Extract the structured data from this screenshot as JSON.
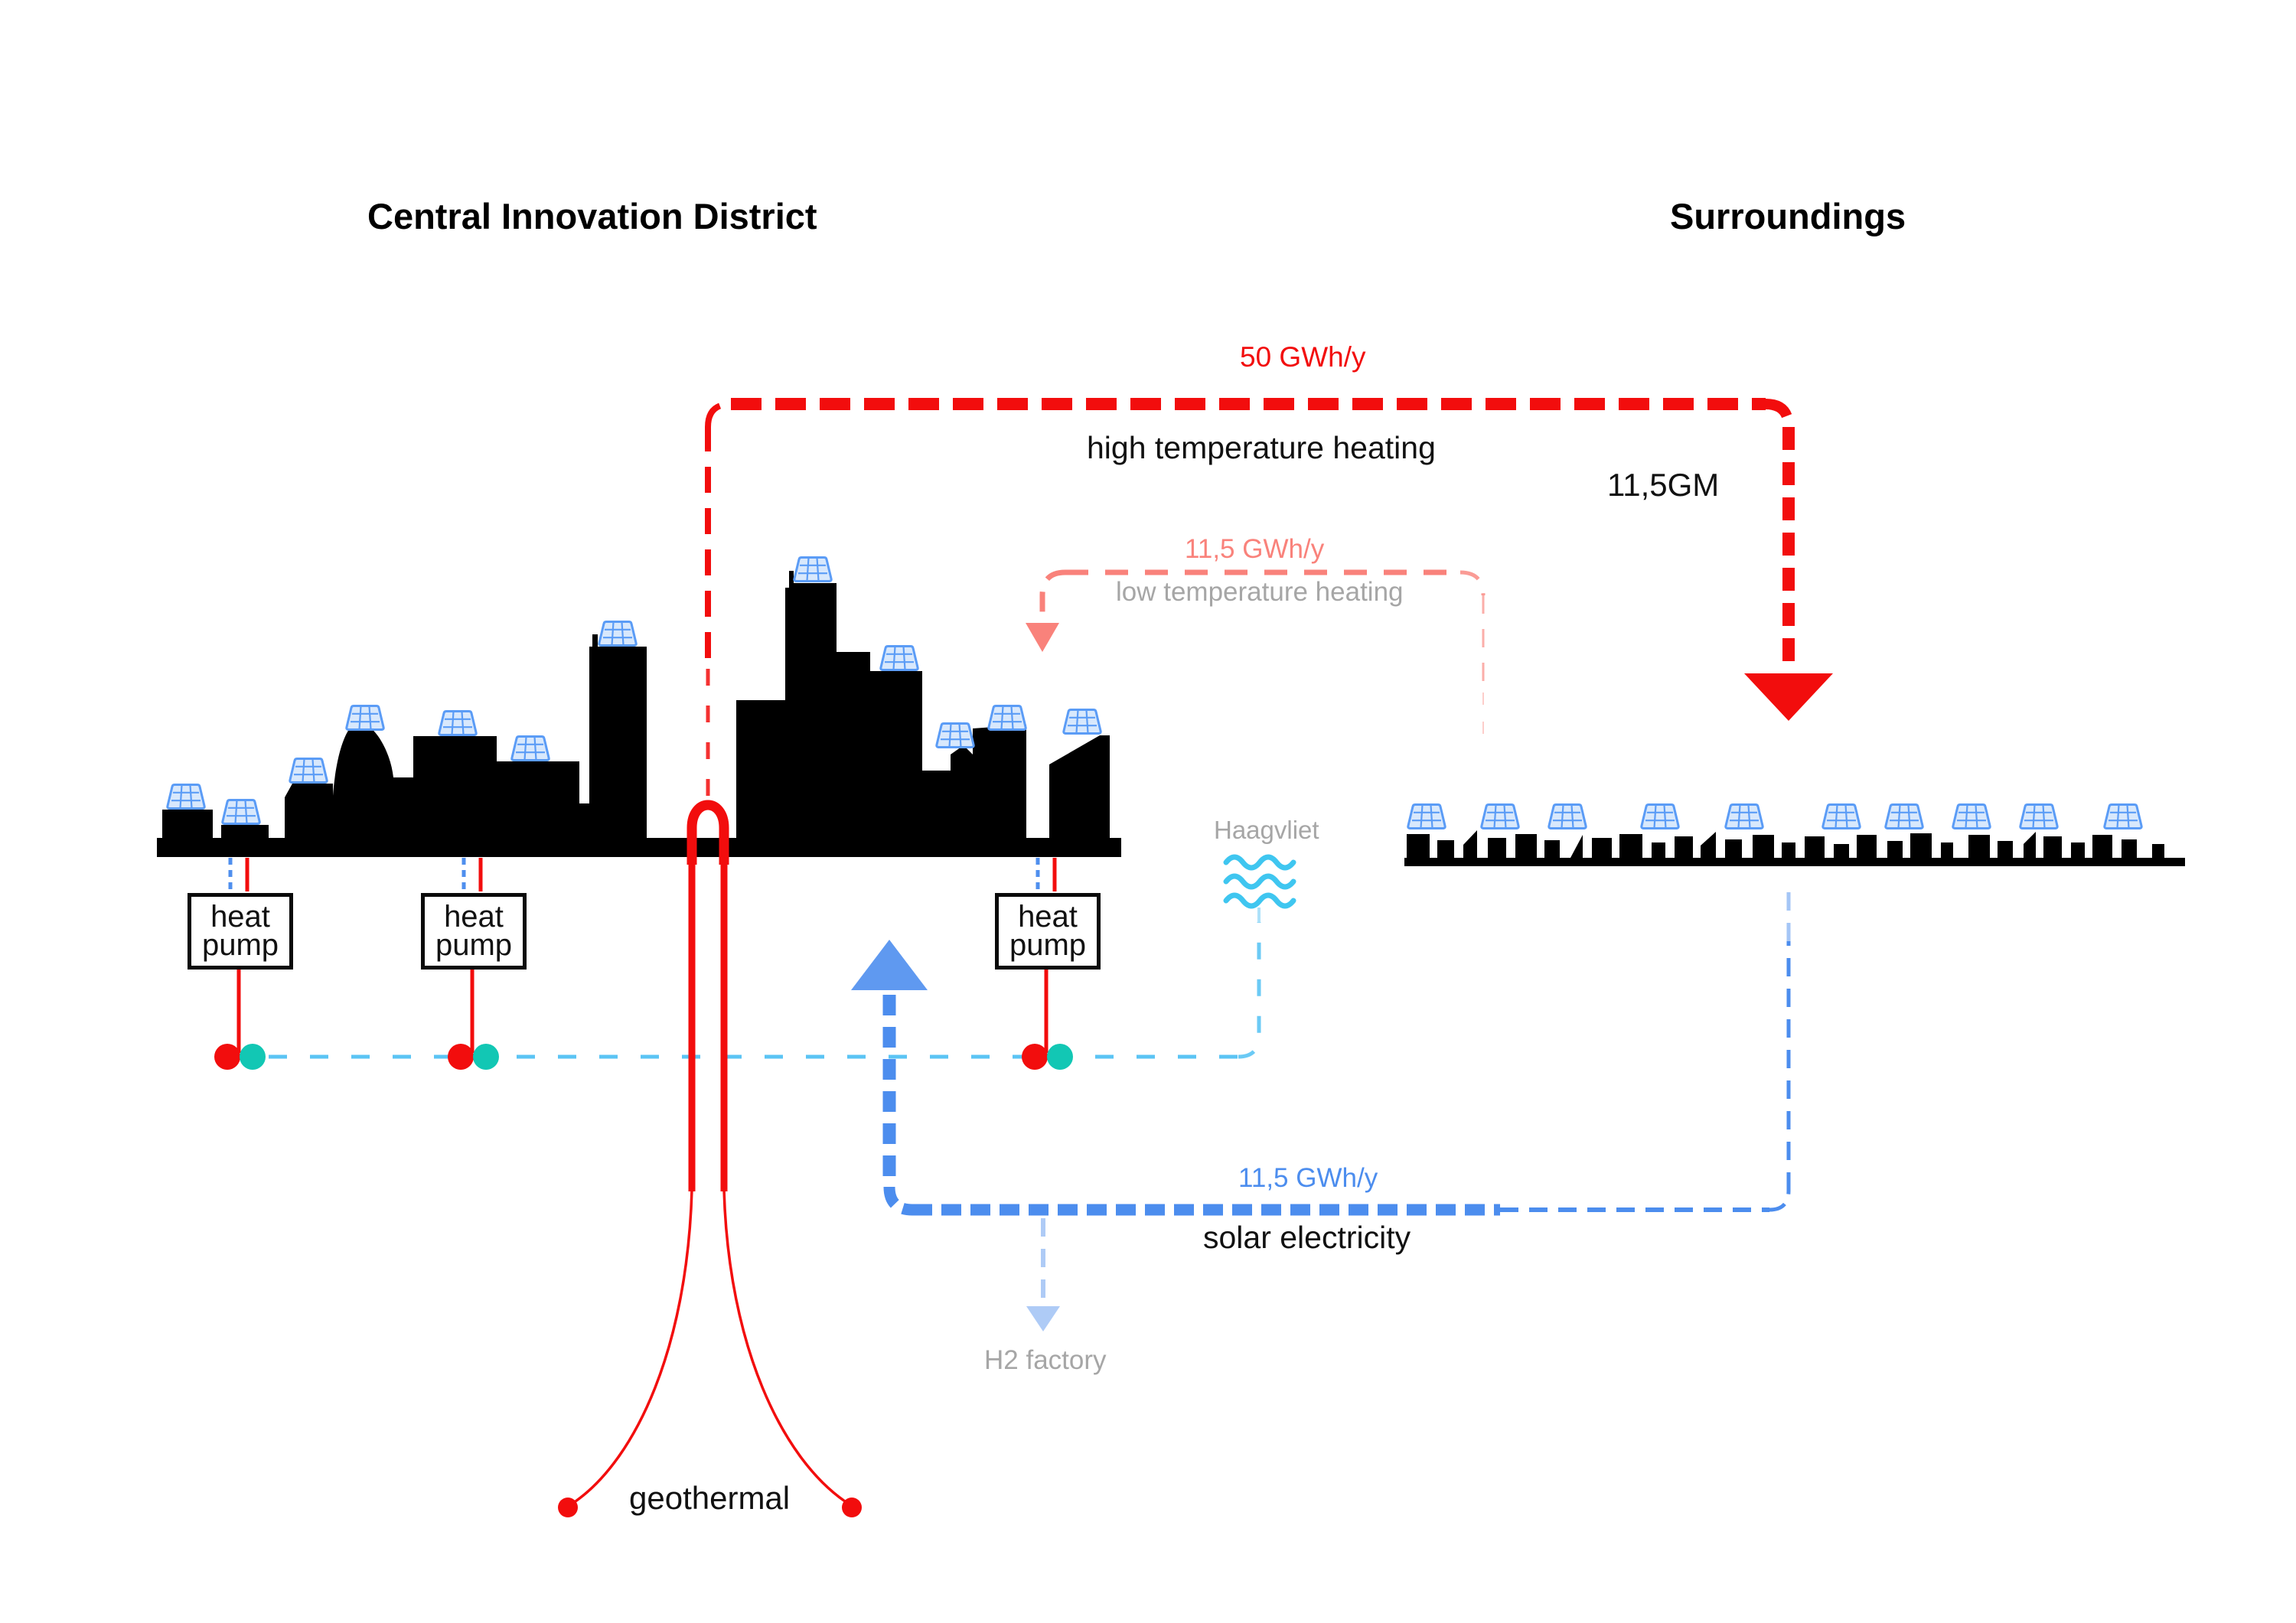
{
  "titles": {
    "left": "Central Innovation District",
    "right": "Surroundings"
  },
  "flows": {
    "high_temperature_heating": {
      "value": "50 GWh/y",
      "label": "high temperature heating",
      "capacity": "11,5GM",
      "color": "#f20d0d",
      "direction": "from Central Innovation District to Surroundings"
    },
    "low_temperature_heating": {
      "value": "11,5 GWh/y",
      "label": "low temperature heating",
      "color": "#f9827b",
      "label_color": "#a6a6a6",
      "direction": "return loop into Central Innovation District"
    },
    "solar_electricity": {
      "value": "11,5 GWh/y",
      "label": "solar electricity",
      "color": "#4c8dee",
      "direction": "from Surroundings up into Central Innovation District, branch to H2 factory"
    },
    "electricity_distribution": {
      "color": "#5bc4f4",
      "connects": "heat pumps and Haagvliet"
    }
  },
  "nodes": {
    "heat_pump": {
      "line1": "heat",
      "line2": "pump",
      "count": 3
    },
    "haagvliet": {
      "label": "Haagvliet"
    },
    "h2_factory": {
      "label": "H2 factory"
    },
    "geothermal": {
      "label": "geothermal"
    }
  },
  "icons": {
    "solar_panel": "solar-panel-icon",
    "water_waves": "water-waves-icon",
    "red_arrow_down": "red-arrow-down-icon",
    "pink_arrow_down": "pink-arrow-down-icon",
    "blue_arrow_up": "blue-arrow-up-icon",
    "faded_blue_arrow_down": "faded-blue-arrow-down-icon"
  },
  "colors": {
    "red": "#f20d0d",
    "salmon": "#f9827b",
    "gray_text": "#a6a6a6",
    "cyan": "#3fc6f0",
    "light_blue_dash": "#5bc4f4",
    "medium_blue": "#4c8dee",
    "faded_blue": "#aecbf6",
    "teal_dot": "#12c7b4",
    "silhouette": "#000000",
    "panel_fill": "#d8e8fc",
    "panel_stroke": "#5b9cf6"
  }
}
